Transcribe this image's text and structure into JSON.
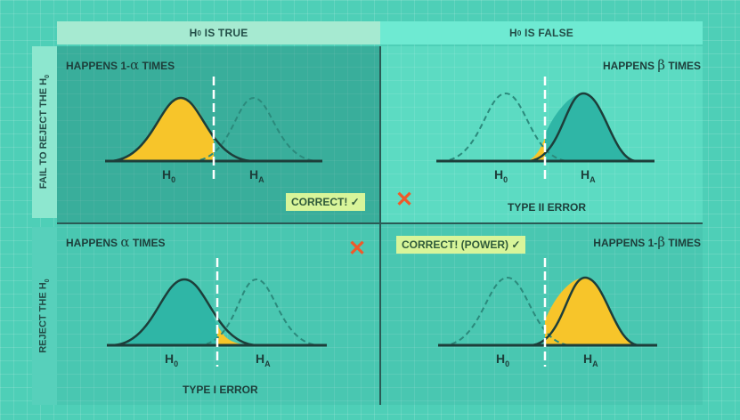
{
  "header": {
    "h0_true": {
      "prefix": "H",
      "sub": "0",
      "suffix": " IS TRUE"
    },
    "h0_false": {
      "prefix": "H",
      "sub": "0",
      "suffix": " IS FALSE"
    }
  },
  "rows": {
    "fail_to_reject": {
      "prefix": "FAIL TO REJECT THE H",
      "sub": "0"
    },
    "reject": {
      "prefix": "REJECT THE H",
      "sub": "0"
    }
  },
  "cells": {
    "top_left": {
      "happens_prefix": "HAPPENS 1-",
      "symbol": "α",
      "happens_suffix": " TIMES",
      "badge": "CORRECT! ✓"
    },
    "top_right": {
      "happens_prefix": "HAPPENS ",
      "symbol": "β",
      "happens_suffix": " TIMES",
      "error_label": "TYPE II ERROR",
      "mark": "✕"
    },
    "bottom_left": {
      "happens_prefix": "HAPPENS ",
      "symbol": "α",
      "happens_suffix": " TIMES",
      "error_label": "TYPE I ERROR",
      "mark": "✕"
    },
    "bottom_right": {
      "happens_prefix": "HAPPENS 1-",
      "symbol": "β",
      "happens_suffix": " TIMES",
      "badge": "CORRECT! (POWER) ✓"
    }
  },
  "distribution_labels": {
    "h0": "H",
    "h0_sub": "0",
    "ha": "H",
    "ha_sub": "A"
  },
  "colors": {
    "highlight": "#f7c52a",
    "teal_fill": "#2fb6a6",
    "curve": "#1d3e3a",
    "dashed": "#2b8a7c",
    "error_mark": "#ef5a2a",
    "badge_bg": "#d8f59a"
  }
}
